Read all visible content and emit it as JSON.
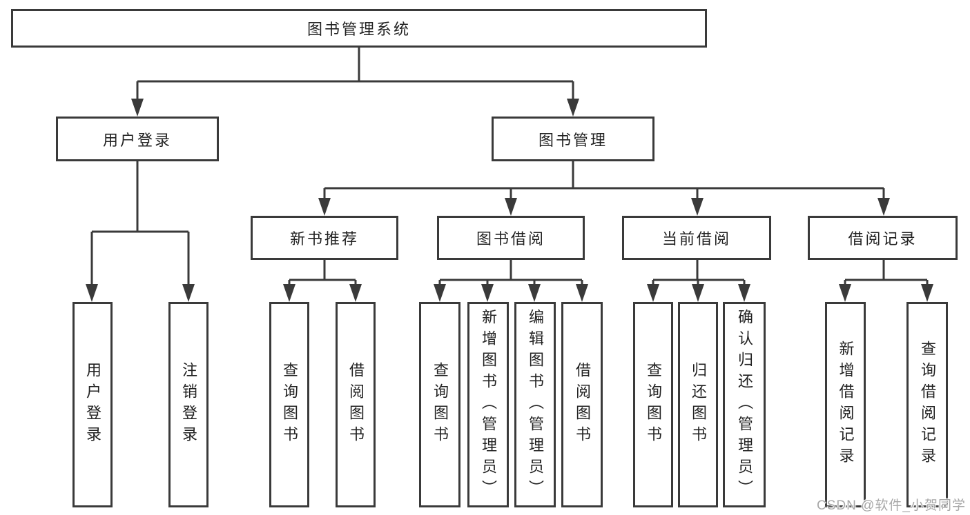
{
  "diagram": {
    "type": "hierarchy-tree",
    "tree": {
      "root": {
        "label": "图书管理系统"
      },
      "branches": [
        {
          "label": "用户登录",
          "children": [
            {
              "label": "用户登录"
            },
            {
              "label": "注销登录"
            }
          ]
        },
        {
          "label": "图书管理",
          "children": [
            {
              "label": "新书推荐",
              "children": [
                {
                  "label": "查询图书"
                },
                {
                  "label": "借阅图书"
                }
              ]
            },
            {
              "label": "图书借阅",
              "children": [
                {
                  "label": "查询图书"
                },
                {
                  "label": "新增图书（管理员）"
                },
                {
                  "label": "编辑图书（管理员）"
                },
                {
                  "label": "借阅图书"
                }
              ]
            },
            {
              "label": "当前借阅",
              "children": [
                {
                  "label": "查询图书"
                },
                {
                  "label": "归还图书"
                },
                {
                  "label": "确认归还（管理员）"
                }
              ]
            },
            {
              "label": "借阅记录",
              "children": [
                {
                  "label": "新增借阅记录"
                },
                {
                  "label": "查询借阅记录"
                }
              ]
            }
          ]
        }
      ]
    },
    "colors": {
      "line": "#3a3a3a",
      "text": "#222222",
      "node_fill": "#ffffff",
      "background": "#ffffff",
      "watermark": "#a8a8a8"
    }
  },
  "watermark": "CSDN @软件_小贺同学"
}
